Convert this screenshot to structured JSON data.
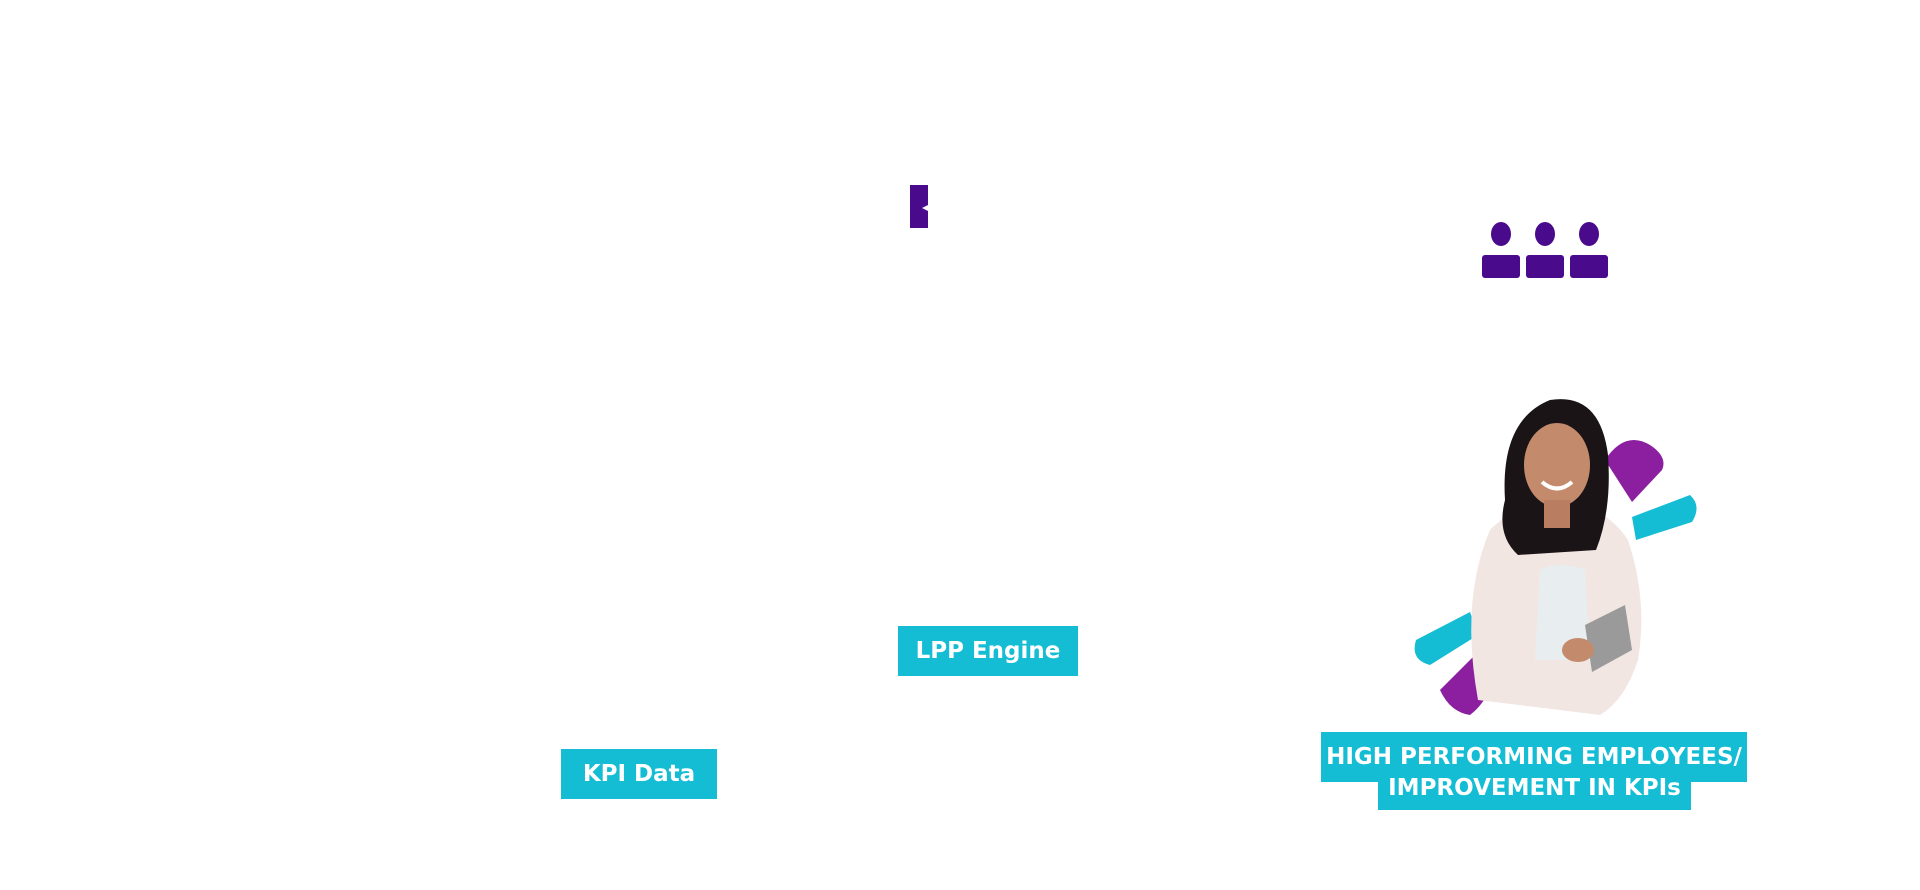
{
  "colors": {
    "accent_cyan": "#14bcd4",
    "icon_purple": "#4a0a8c",
    "brand_magenta": "#8c1fa0"
  },
  "labels": {
    "kpi_data": "KPI Data",
    "lpp_engine": "LPP Engine",
    "high_performing_line1": "HIGH PERFORMING EMPLOYEES/",
    "high_performing_line2": "IMPROVEMENT IN KPIs"
  },
  "icons": {
    "partial_icon": "document-icon",
    "team_icon": "people-icon"
  }
}
